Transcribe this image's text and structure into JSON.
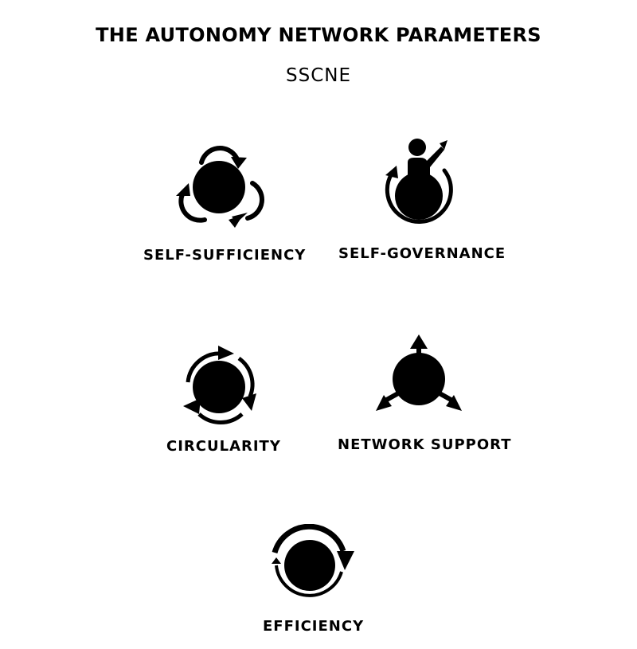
{
  "header": {
    "title": "THE AUTONOMY NETWORK PARAMETERS",
    "subtitle": "SSCNE"
  },
  "parameters": [
    {
      "label": "SELF-SUFFICIENCY",
      "icon": "three-cycle-arrows-icon"
    },
    {
      "label": "SELF-GOVERNANCE",
      "icon": "person-pointing-cycle-icon"
    },
    {
      "label": "CIRCULARITY",
      "icon": "circular-arrows-icon"
    },
    {
      "label": "NETWORK SUPPORT",
      "icon": "three-outward-arrows-icon"
    },
    {
      "label": "EFFICIENCY",
      "icon": "two-cycle-arrows-icon"
    }
  ],
  "colors": {
    "foreground": "#000000",
    "background": "#ffffff"
  }
}
